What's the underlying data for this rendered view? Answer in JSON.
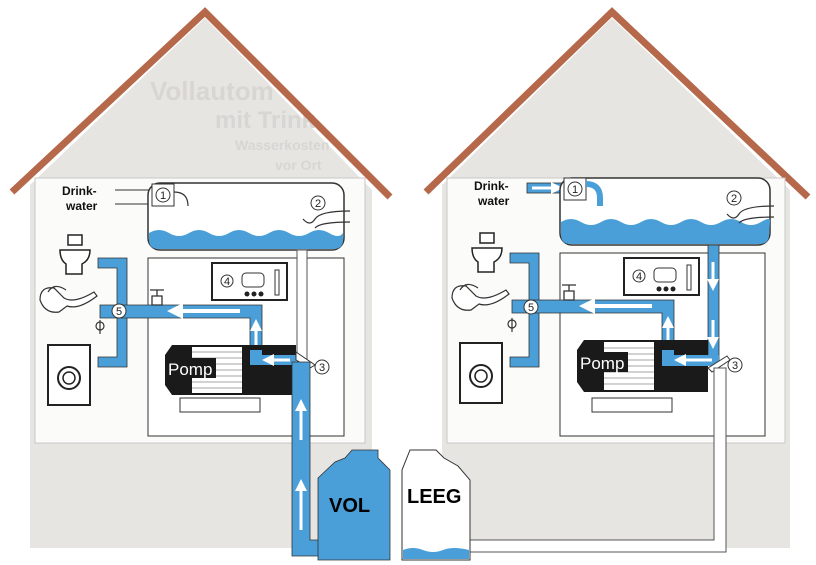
{
  "colors": {
    "water": "#4a9fd8",
    "roof": "#b5694a",
    "wall": "#e7e5e2",
    "pump": "#1a1a1a"
  },
  "background_text": {
    "line1": "Vollautom",
    "line2": "mit Trink",
    "line3": "Wasserkosten",
    "line4": "vor Ort"
  },
  "houses": [
    {
      "inlet_label_1": "Drink-",
      "inlet_label_2": "water",
      "pump_label": "Pomp",
      "markers": {
        "valve": "1",
        "overflow": "2",
        "switch": "3",
        "control": "4",
        "outlet": "5"
      }
    },
    {
      "inlet_label_1": "Drink-",
      "inlet_label_2": "water",
      "pump_label": "Pomp",
      "markers": {
        "valve": "1",
        "overflow": "2",
        "switch": "3",
        "control": "4",
        "outlet": "5"
      }
    }
  ],
  "containers": {
    "full": "VOL",
    "empty": "LEEG"
  }
}
